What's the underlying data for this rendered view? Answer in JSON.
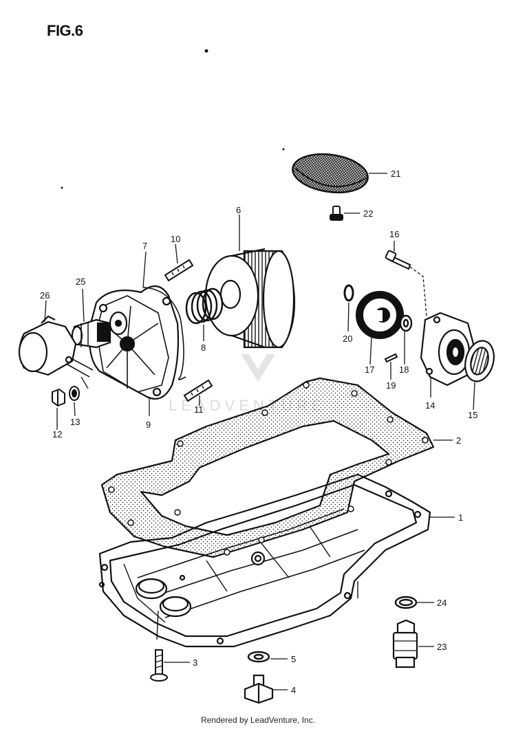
{
  "figure": {
    "title": "FIG.6",
    "footer": "Rendered by LeadVenture, Inc.",
    "watermark": "LEADVENTURE"
  },
  "callouts": [
    "1",
    "2",
    "3",
    "4",
    "5",
    "6",
    "7",
    "8",
    "9",
    "10",
    "11",
    "12",
    "13",
    "14",
    "15",
    "16",
    "17",
    "18",
    "19",
    "20",
    "21",
    "22",
    "23",
    "24",
    "25",
    "26"
  ],
  "colors": {
    "ink": "#111111",
    "watermark": "#d9d9d9",
    "background": "#ffffff"
  }
}
